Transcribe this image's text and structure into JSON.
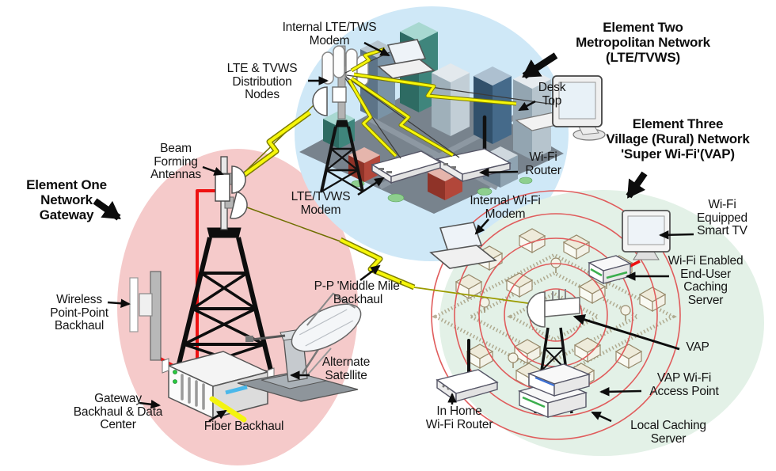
{
  "diagram_title": "Three-element rural broadband network architecture",
  "zones": [
    {
      "id": "element-one",
      "label": "Element One\nNetwork\nGateway",
      "color": "#f5caca"
    },
    {
      "id": "element-two",
      "label": "Element Two\nMetropolitan Network\n(LTE/TVWS)",
      "color": "#cfe8f7"
    },
    {
      "id": "element-three",
      "label": "Element Three\nVillage (Rural) Network\n'Super Wi-Fi'(VAP)",
      "color": "#e3f1e7"
    }
  ],
  "labels": {
    "element_one": "Element One\nNetwork\nGateway",
    "element_two": "Element Two\nMetropolitan Network\n(LTE/TVWS)",
    "element_three": "Element Three\nVillage (Rural) Network\n'Super Wi-Fi'(VAP)",
    "internal_lte_tws_modem": "Internal LTE/TWS\nModem",
    "lte_tvws_distribution_nodes": "LTE & TVWS\nDistribution\nNodes",
    "beam_forming_antennas": "Beam\nForming\nAntennas",
    "lte_tvws_modem": "LTE/TVWS\nModem",
    "desk_top": "Desk\nTop",
    "wifi_router": "Wi-Fi\nRouter",
    "pp_middle_mile_backhaul": "P-P 'Middle Mile'\nBackhaul",
    "internal_wifi_modem": "Internal Wi-Fi\nModem",
    "wifi_equipped_smart_tv": "Wi-Fi\nEquipped\nSmart TV",
    "wifi_enabled_end_user_caching_server": "Wi-Fi Enabled\nEnd-User\nCaching\nServer",
    "vap": "VAP",
    "vap_wifi_access_point": "VAP Wi-Fi\nAccess Point",
    "local_caching_server": "Local Caching\nServer",
    "in_home_wifi_router": "In Home\nWi-Fi Router",
    "wireless_point_point_backhaul": "Wireless\nPoint-Point\nBackhaul",
    "gateway_backhaul_data_center": "Gateway\nBackhaul & Data\nCenter",
    "fiber_backhaul": "Fiber Backhaul",
    "alternate_satellite": "Alternate\nSatellite"
  },
  "colors": {
    "zone_gateway": "#f5caca",
    "zone_metro": "#cfe8f7",
    "zone_village": "#e3f1e7",
    "wifi_ring": "#e05c5c",
    "backhaul_bolt_fill": "#f6f60a",
    "backhaul_bolt_edge": "#7d7d00",
    "fiber_cable": "#f4f410",
    "cable_red": "#ee1111",
    "cable_blue": "#4ab8ea",
    "tower": "#0d0d0d",
    "text": "#141414"
  }
}
